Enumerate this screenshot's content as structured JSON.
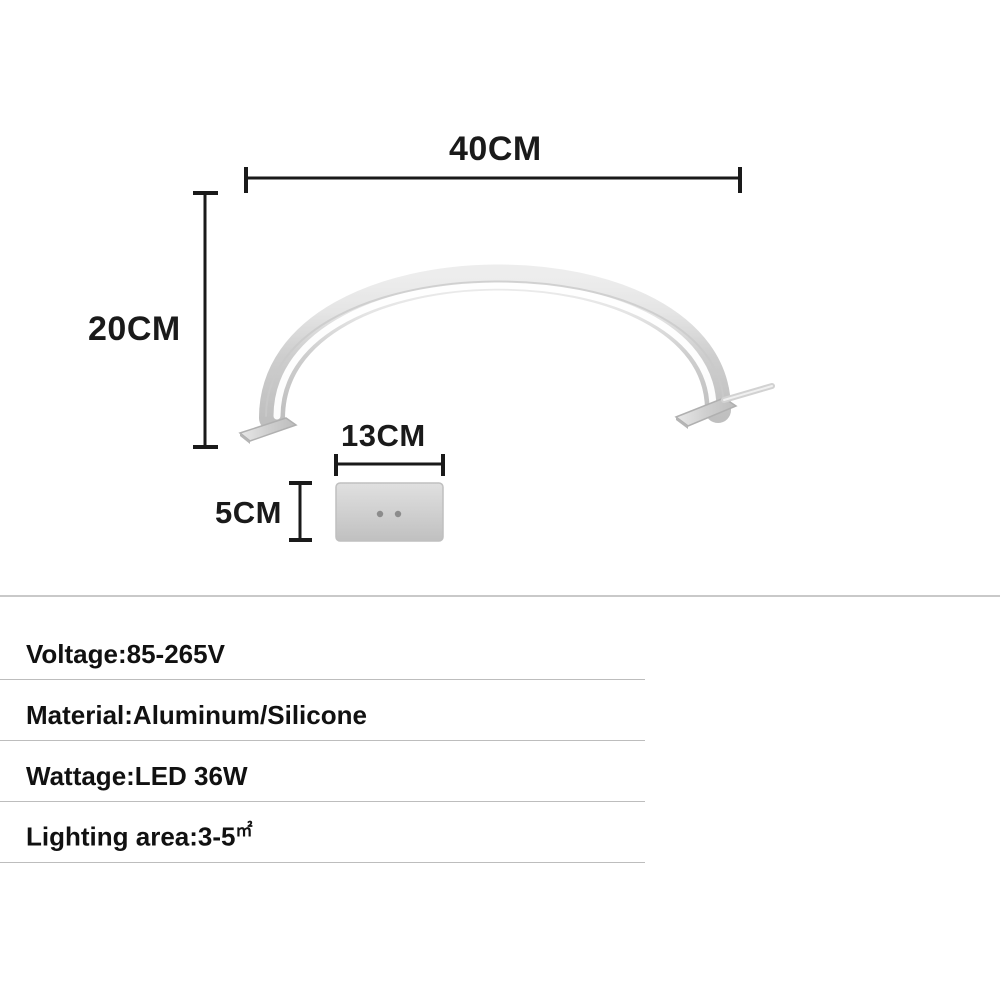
{
  "diagram": {
    "title_alt": "LED arch lamp dimension diagram",
    "dimensions": {
      "arch_width": "40CM",
      "arch_height": "20CM",
      "base_width": "13CM",
      "base_height": "5CM"
    },
    "colors": {
      "lamp_body": "#d9d9d9",
      "lamp_highlight": "#f2f2f2",
      "lamp_outline": "#b3b3b3",
      "dimension_line": "#1a1a1a",
      "text": "#111111",
      "rule": "#bdbdbd"
    }
  },
  "specs": [
    {
      "label": "Voltage:85-265V"
    },
    {
      "label": "Material:Aluminum/Silicone"
    },
    {
      "label": "Wattage:LED 36W"
    },
    {
      "label": "Lighting area:3-5",
      "unit": "㎡"
    }
  ]
}
